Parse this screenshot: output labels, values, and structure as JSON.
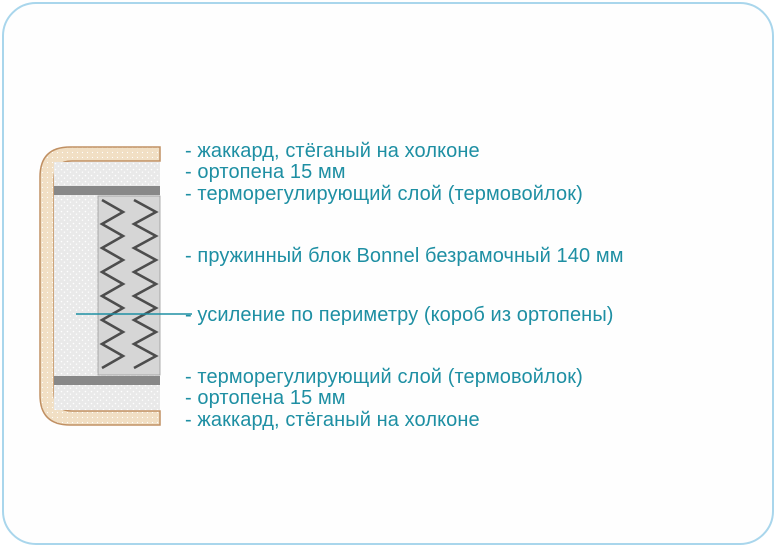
{
  "colors": {
    "border": "#a9d6ec",
    "text": "#1e8fa3",
    "cover": "#f1dfc4",
    "cover_edge": "#c09063",
    "thermo_layer": "#888888",
    "foam": "#e9e9e9",
    "spring_block": "#d6d6d6",
    "spring": "#4d4d4d",
    "leader": "#1e8fa3"
  },
  "layers": [
    {
      "id": "top-jacquard",
      "label": "- жаккард, стёганый на холконе"
    },
    {
      "id": "top-orthofoam",
      "label": "- ортопена 15 мм"
    },
    {
      "id": "top-thermo",
      "label": "- терморегулирующий слой (термовойлок)"
    },
    {
      "id": "spring-block",
      "label": "- пружинный блок Bonnel безрамочный 140 мм"
    },
    {
      "id": "perimeter",
      "label": "- усиление по периметру (короб из ортопены)"
    },
    {
      "id": "bottom-thermo",
      "label": "- терморегулирующий слой (термовойлок)"
    },
    {
      "id": "bottom-orthofoam",
      "label": "- ортопена 15 мм"
    },
    {
      "id": "bottom-jacquard",
      "label": "- жаккард, стёганый на холконе"
    }
  ]
}
